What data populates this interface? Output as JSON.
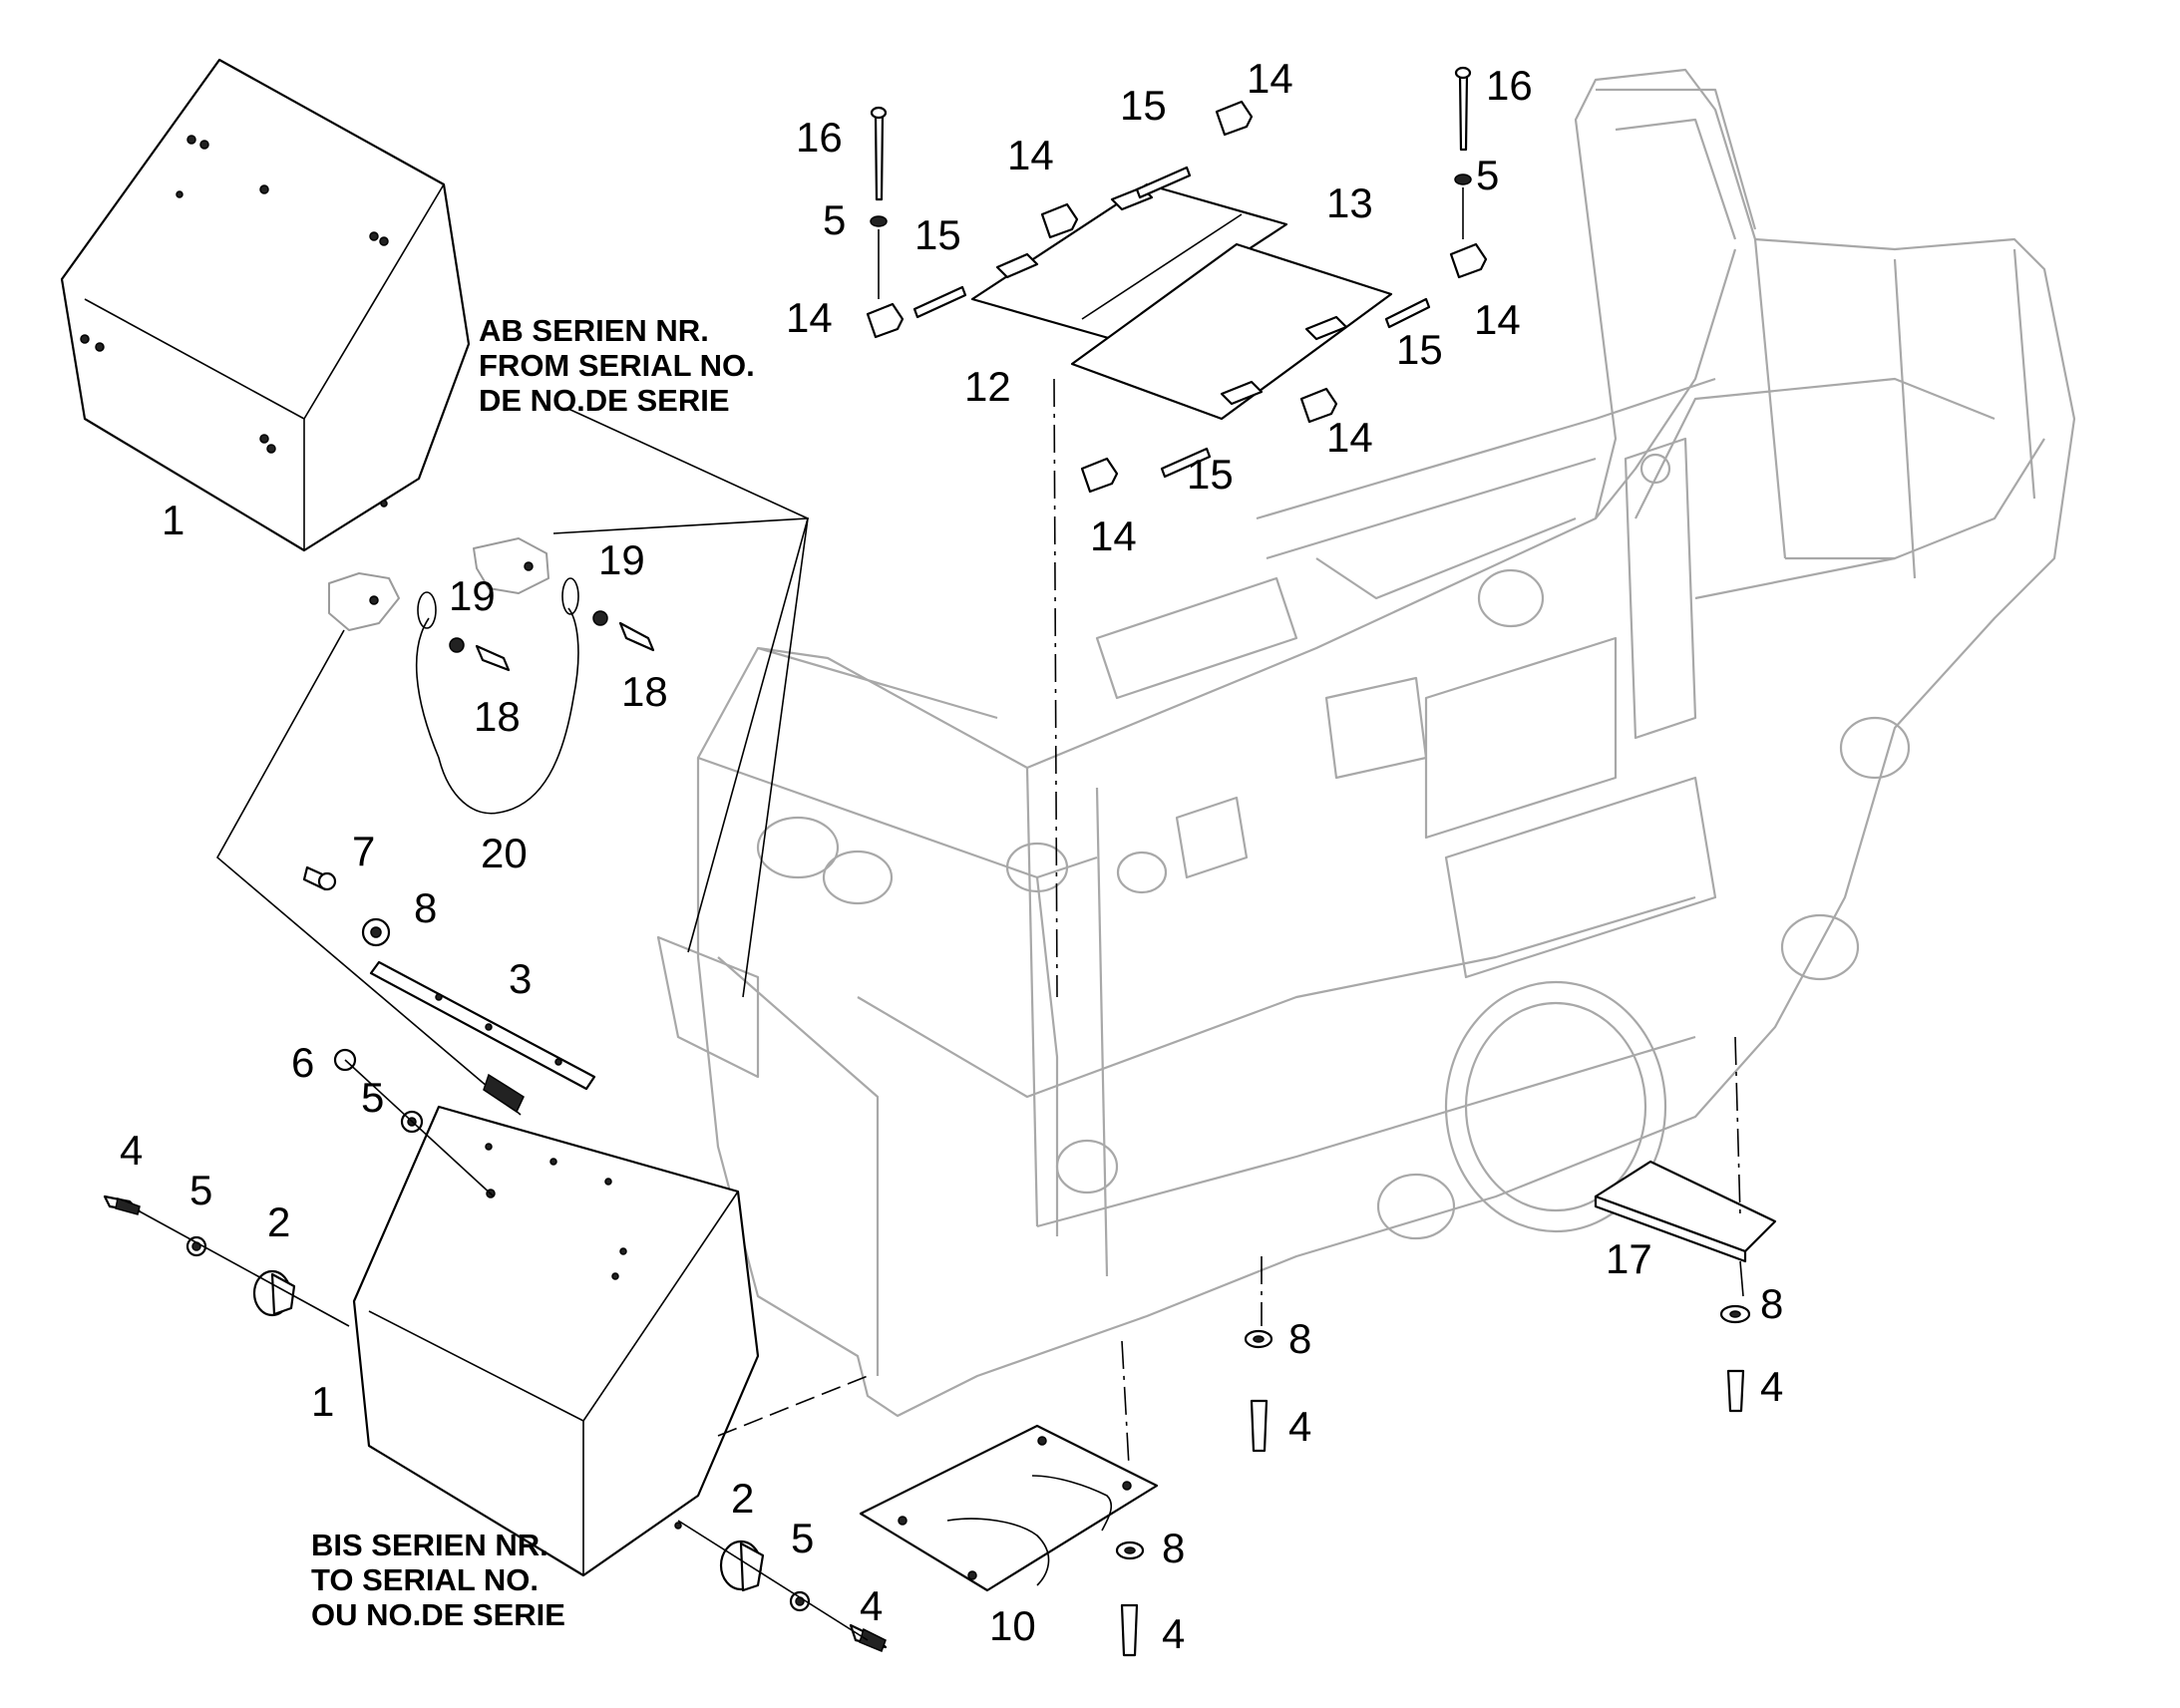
{
  "callouts": {
    "c1_top": "1",
    "c1_bottom": "1",
    "c2_a": "2",
    "c2_b": "2",
    "c3": "3",
    "c4_a": "4",
    "c4_b": "4",
    "c4_c": "4",
    "c4_d": "4",
    "c4_e": "4",
    "c5_a": "5",
    "c5_b": "5",
    "c5_c": "5",
    "c5_d": "5",
    "c5_e": "5",
    "c6": "6",
    "c7": "7",
    "c8_a": "8",
    "c8_b": "8",
    "c8_c": "8",
    "c8_d": "8",
    "c10": "10",
    "c12": "12",
    "c13": "13",
    "c14_a": "14",
    "c14_b": "14",
    "c14_c": "14",
    "c14_d": "14",
    "c14_e": "14",
    "c14_f": "14",
    "c15_a": "15",
    "c15_b": "15",
    "c15_c": "15",
    "c15_d": "15",
    "c16_a": "16",
    "c16_b": "16",
    "c17": "17",
    "c18_a": "18",
    "c18_b": "18",
    "c19_a": "19",
    "c19_b": "19",
    "c20": "20"
  },
  "notes": {
    "from_serial": [
      "AB SERIEN NR.",
      "FROM SERIAL NO.",
      "DE NO.DE SERIE"
    ],
    "to_serial": [
      "BIS SERIEN NR.",
      "TO SERIAL NO.",
      "OU NO.DE SERIE"
    ]
  }
}
